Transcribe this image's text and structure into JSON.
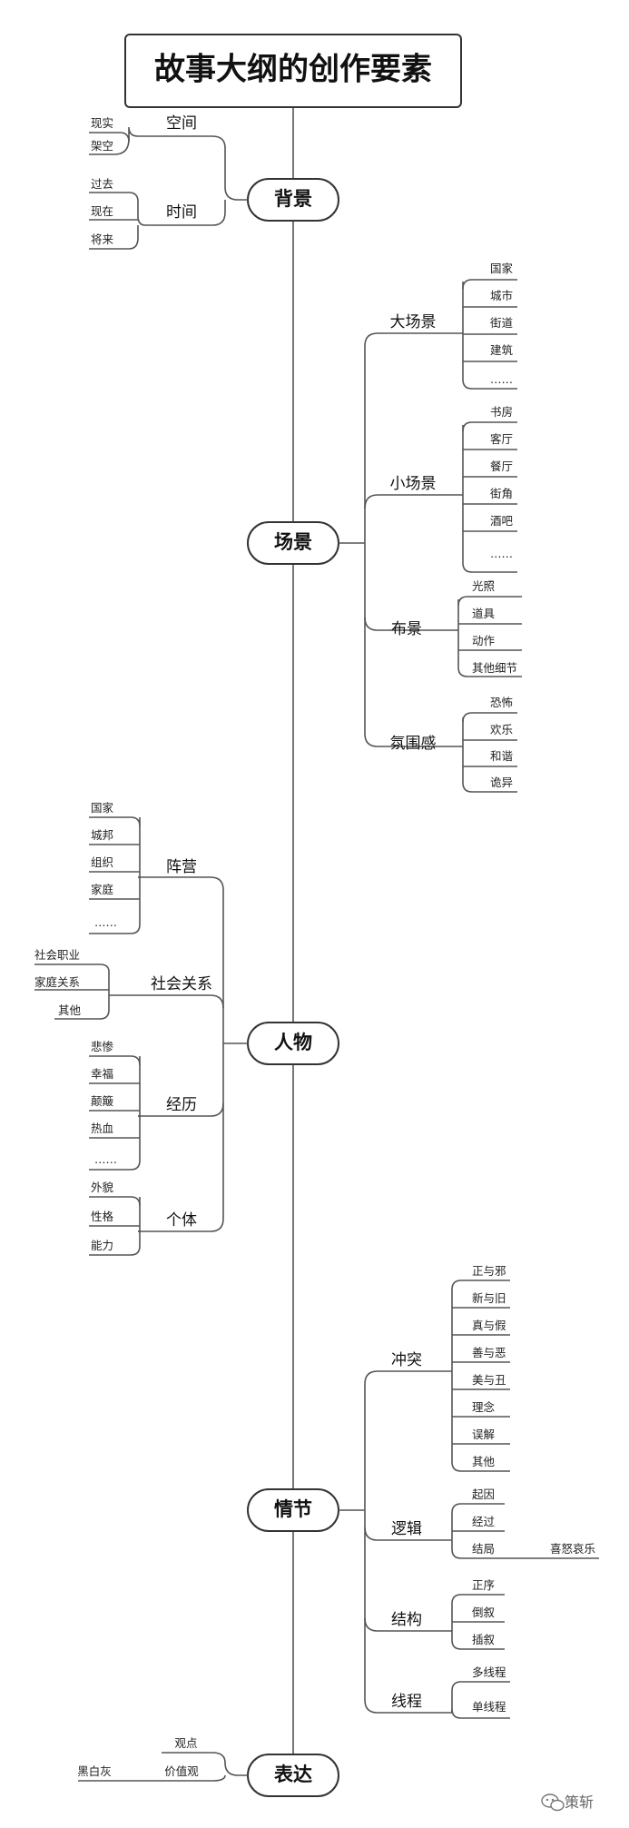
{
  "title": "故事大纲的创作要素",
  "branches": [
    {
      "label": "背景",
      "subs": [
        {
          "label": "空间",
          "leaves": [
            "现实",
            "架空"
          ]
        },
        {
          "label": "时间",
          "leaves": [
            "过去",
            "现在",
            "将来"
          ]
        }
      ]
    },
    {
      "label": "场景",
      "subs": [
        {
          "label": "大场景",
          "leaves": [
            "国家",
            "城市",
            "街道",
            "建筑",
            "……"
          ]
        },
        {
          "label": "小场景",
          "leaves": [
            "书房",
            "客厅",
            "餐厅",
            "街角",
            "酒吧",
            "……"
          ]
        },
        {
          "label": "布景",
          "leaves": [
            "光照",
            "道具",
            "动作",
            "其他细节"
          ]
        },
        {
          "label": "氛围感",
          "leaves": [
            "恐怖",
            "欢乐",
            "和谐",
            "诡异"
          ]
        }
      ]
    },
    {
      "label": "人物",
      "subs": [
        {
          "label": "阵营",
          "leaves": [
            "国家",
            "城邦",
            "组织",
            "家庭",
            "……"
          ]
        },
        {
          "label": "社会关系",
          "leaves": [
            "社会职业",
            "家庭关系",
            "其他"
          ]
        },
        {
          "label": "经历",
          "leaves": [
            "悲惨",
            "幸福",
            "颠簸",
            "热血",
            "……"
          ]
        },
        {
          "label": "个体",
          "leaves": [
            "外貌",
            "性格",
            "能力"
          ]
        }
      ]
    },
    {
      "label": "情节",
      "subs": [
        {
          "label": "冲突",
          "leaves": [
            "正与邪",
            "新与旧",
            "真与假",
            "善与恶",
            "美与丑",
            "理念",
            "误解",
            "其他"
          ]
        },
        {
          "label": "逻辑",
          "leaves": [
            "起因",
            "经过",
            "结局"
          ],
          "extra": "喜怒哀乐"
        },
        {
          "label": "结构",
          "leaves": [
            "正序",
            "倒叙",
            "插叙"
          ]
        },
        {
          "label": "线程",
          "leaves": [
            "多线程",
            "单线程"
          ]
        }
      ]
    },
    {
      "label": "表达",
      "subs": [
        {
          "label": "观点",
          "leaves": []
        },
        {
          "label": "价值观",
          "leaves": [
            "黑白灰"
          ]
        }
      ]
    }
  ],
  "watermark": "策斩"
}
